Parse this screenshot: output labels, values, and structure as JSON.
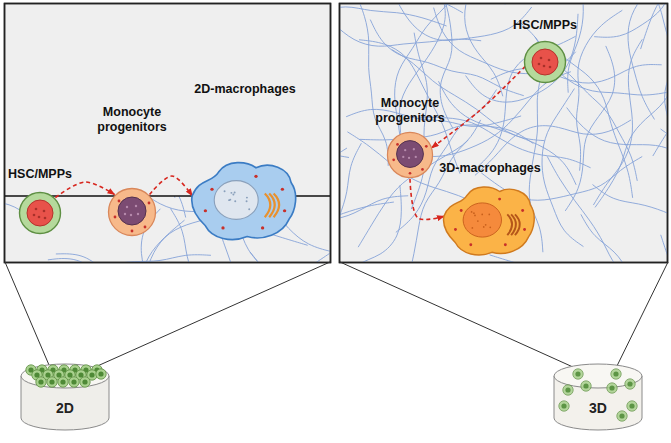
{
  "diagram": {
    "nodes": [
      {
        "text": [
          "HSC/MPPs"
        ]
      },
      {
        "text": [
          "Monocyte progenitors"
        ]
      },
      {
        "text": [
          "2D-macrophages"
        ]
      },
      {
        "text": [
          "HSC/MPPs"
        ]
      },
      {
        "text": [
          "Monocyte progenitors"
        ]
      },
      {
        "text": [
          "3D-macrophages"
        ]
      },
      {
        "text": [
          "2D"
        ]
      },
      {
        "text": [
          "3D"
        ]
      }
    ],
    "edges": [
      {
        "from": 0,
        "to": 1,
        "arrow": "to"
      },
      {
        "from": 1,
        "to": 2,
        "arrow": "to"
      },
      {
        "from": 3,
        "to": 4,
        "arrow": "to"
      },
      {
        "from": 4,
        "to": 5,
        "arrow": "to"
      }
    ]
  }
}
